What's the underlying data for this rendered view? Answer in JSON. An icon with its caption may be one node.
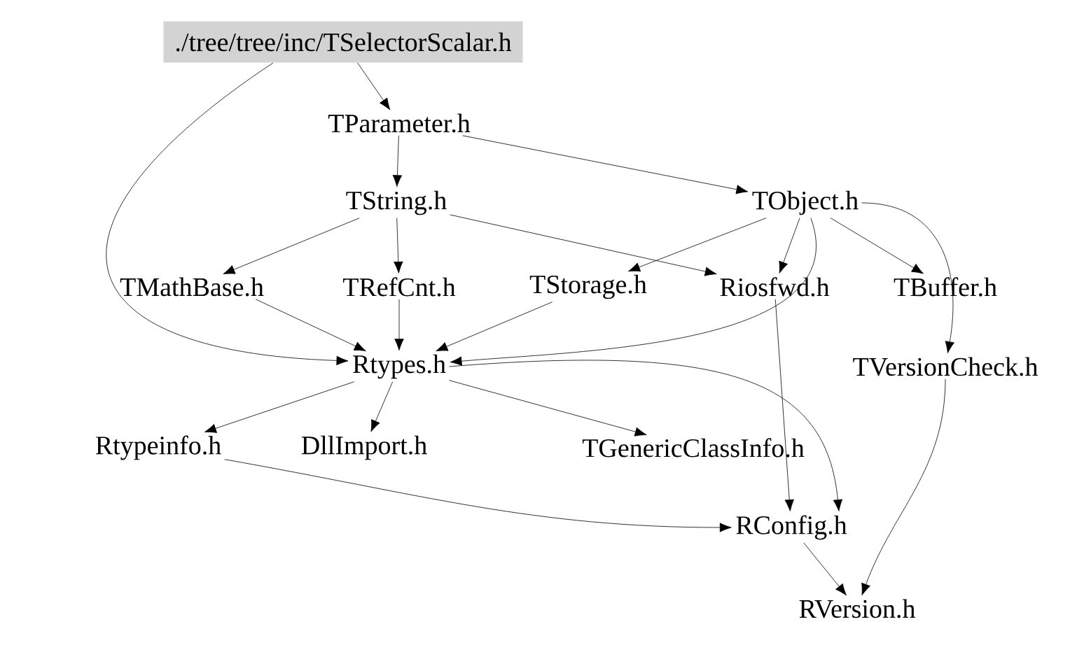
{
  "diagram": {
    "nodes": [
      {
        "text": [
          "./tree/tree/inc/TSelectorScalar.h"
        ]
      },
      {
        "text": [
          "TParameter.h"
        ]
      },
      {
        "text": [
          "TString.h"
        ]
      },
      {
        "text": [
          "TObject.h"
        ]
      },
      {
        "text": [
          "TMathBase.h"
        ]
      },
      {
        "text": [
          "TRefCnt.h"
        ]
      },
      {
        "text": [
          "TStorage.h"
        ]
      },
      {
        "text": [
          "Riosfwd.h"
        ]
      },
      {
        "text": [
          "TBuffer.h"
        ]
      },
      {
        "text": [
          "Rtypes.h"
        ]
      },
      {
        "text": [
          "TVersionCheck.h"
        ]
      },
      {
        "text": [
          "Rtypeinfo.h"
        ]
      },
      {
        "text": [
          "DllImport.h"
        ]
      },
      {
        "text": [
          "TGenericClassInfo.h"
        ]
      },
      {
        "text": [
          "RConfig.h"
        ]
      },
      {
        "text": [
          "RVersion.h"
        ]
      }
    ],
    "edges": [
      {
        "from": 0,
        "to": 1,
        "arrow": "to"
      },
      {
        "from": 0,
        "to": 9,
        "arrow": "to"
      },
      {
        "from": 1,
        "to": 2,
        "arrow": "to"
      },
      {
        "from": 1,
        "to": 3,
        "arrow": "to"
      },
      {
        "from": 2,
        "to": 4,
        "arrow": "to"
      },
      {
        "from": 2,
        "to": 5,
        "arrow": "to"
      },
      {
        "from": 2,
        "to": 7,
        "arrow": "to"
      },
      {
        "from": 3,
        "to": 6,
        "arrow": "to"
      },
      {
        "from": 3,
        "to": 7,
        "arrow": "to"
      },
      {
        "from": 3,
        "to": 9,
        "arrow": "to"
      },
      {
        "from": 3,
        "to": 8,
        "arrow": "to"
      },
      {
        "from": 3,
        "to": 10,
        "arrow": "to"
      },
      {
        "from": 4,
        "to": 9,
        "arrow": "to"
      },
      {
        "from": 5,
        "to": 9,
        "arrow": "to"
      },
      {
        "from": 6,
        "to": 9,
        "arrow": "to"
      },
      {
        "from": 7,
        "to": 14,
        "arrow": "to"
      },
      {
        "from": 9,
        "to": 11,
        "arrow": "to"
      },
      {
        "from": 9,
        "to": 12,
        "arrow": "to"
      },
      {
        "from": 9,
        "to": 13,
        "arrow": "to"
      },
      {
        "from": 9,
        "to": 14,
        "arrow": "to"
      },
      {
        "from": 10,
        "to": 15,
        "arrow": "to"
      },
      {
        "from": 11,
        "to": 14,
        "arrow": "to"
      },
      {
        "from": 14,
        "to": 15,
        "arrow": "to"
      }
    ]
  }
}
